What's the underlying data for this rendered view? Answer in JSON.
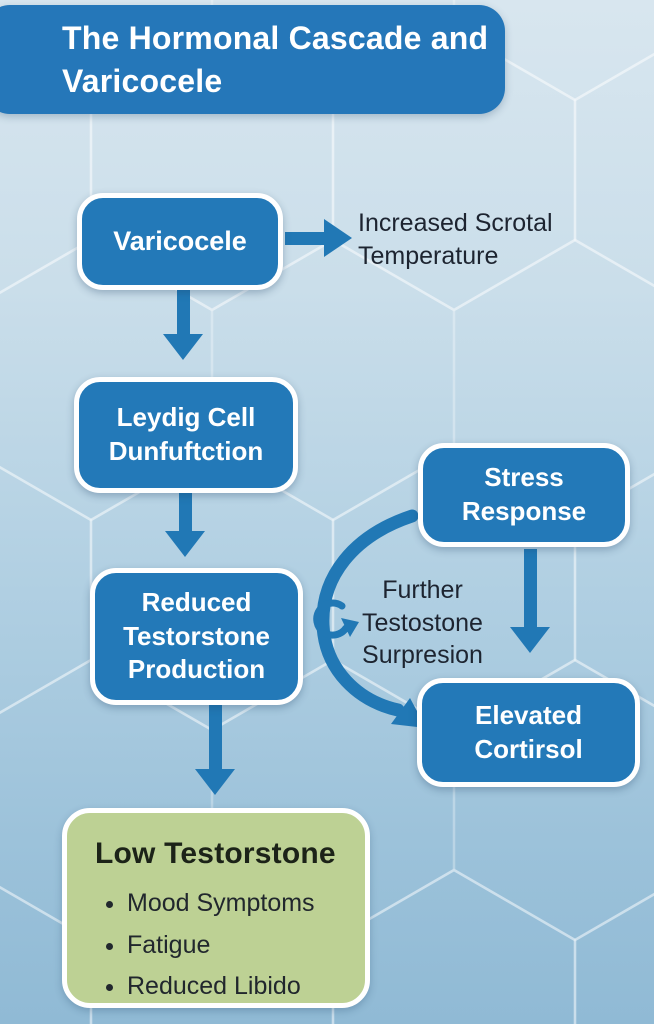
{
  "header": {
    "title": "The Hormonal Cascade and Varicocele",
    "title_lines": [
      "The Hormonal Cascade and",
      "Varicocele"
    ]
  },
  "flow": {
    "varicocele_label": "Varicocele",
    "scrotal_note": "Increased Scrotal Temperature",
    "leydig_label": "Leydig Cell Dunfuftction",
    "reduced_label": "Reduced Testorstone Production",
    "stress_label": "Stress Response",
    "suppression_note": "Further Testostone Surpresion",
    "cortisol_label": "Elevated Cortirsol"
  },
  "outcome": {
    "title": "Low Testorstone",
    "bullets": [
      "Mood Symptoms",
      "Fatigue",
      "Reduced Libido"
    ]
  },
  "icons": {
    "cycle": "cycle-arrow-icon",
    "down_arrows": "arrow-down-icon",
    "right_arrow": "arrow-right-icon",
    "curved_arrow": "curved-arrow-icon"
  },
  "colors": {
    "node_blue": "#2379b8",
    "header_blue": "#2577b9",
    "arrow_blue": "#2178b5",
    "outcome_green": "#bdd194",
    "text_dark": "#1d2430",
    "text_white": "#ffffff",
    "background_top": "#d8e6ef",
    "background_bottom": "#90bad5"
  }
}
